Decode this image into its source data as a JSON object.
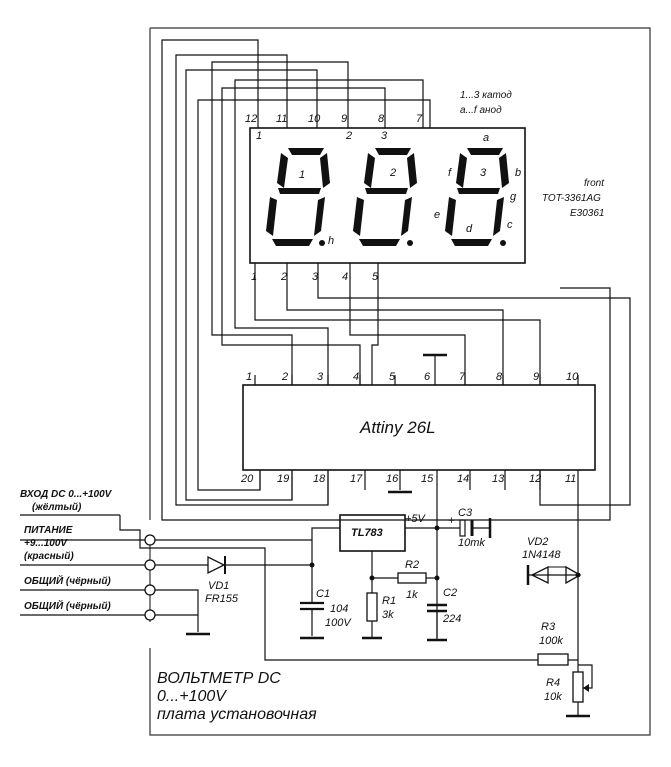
{
  "display": {
    "legend_line1": "1...3 катод",
    "legend_line2": "a...f анод",
    "side_line1": "front",
    "side_line2": "TOT-3361AG",
    "side_line3": "E30361",
    "top_pins": [
      "12",
      "11",
      "10",
      "9",
      "8",
      "7"
    ],
    "bottom_pins": [
      "1",
      "2",
      "3",
      "4",
      "5"
    ],
    "digit_labels": [
      "1",
      "2",
      "3"
    ],
    "inner_pins": [
      "1",
      "2",
      "3"
    ],
    "segment_labels": {
      "a": "a",
      "b": "b",
      "c": "c",
      "d": "d",
      "e": "e",
      "f": "f",
      "g": "g",
      "h": "h"
    }
  },
  "mcu": {
    "name": "Attiny 26L",
    "top_pins": [
      "1",
      "2",
      "3",
      "4",
      "5",
      "6",
      "7",
      "8",
      "9",
      "10"
    ],
    "bottom_pins": [
      "20",
      "19",
      "18",
      "17",
      "16",
      "15",
      "14",
      "13",
      "12",
      "11"
    ]
  },
  "components": {
    "regulator": "TL783",
    "vout": "+5V",
    "c3": "C3",
    "c3_value": "10mk",
    "r2": "R2",
    "r2_value": "1k",
    "r1": "R1",
    "r1_value": "3k",
    "c2": "C2",
    "c2_value": "224",
    "c1": "C1",
    "c1_value1": "104",
    "c1_value2": "100V",
    "vd1": "VD1",
    "vd1_value": "FR155",
    "vd2": "VD2",
    "vd2_value": "1N4148",
    "r3": "R3",
    "r3_value": "100k",
    "r4": "R4",
    "r4_value": "10k",
    "plus": "+"
  },
  "inputs": {
    "in_line1": "ВХОД DC  0...+100V",
    "in_line2": "(жёлтый)",
    "pwr_line1": "ПИТАНИЕ",
    "pwr_line2": "+9...100V",
    "pwr_line3": "(красный)",
    "gnd1": "ОБЩИЙ (чёрный)",
    "gnd2": "ОБЩИЙ (чёрный)"
  },
  "title": {
    "line1": "ВОЛЬТМЕТР DC",
    "line2": "0...+100V",
    "line3": "плата установочная"
  }
}
